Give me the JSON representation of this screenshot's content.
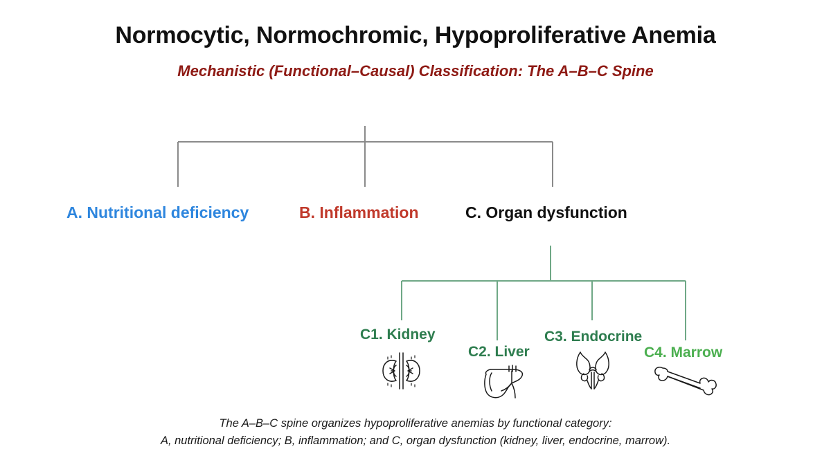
{
  "title": "Normocytic, Normochromic, Hypoproliferative Anemia",
  "subtitle": "Mechanistic (Functional–Causal) Classification: The A–B–C Spine",
  "colors": {
    "title": "#111111",
    "subtitle": "#8E1A14",
    "branch_a": "#2E86DE",
    "branch_b": "#C0392B",
    "branch_c": "#111111",
    "sub_green_dark": "#2E7D4F",
    "sub_green_light": "#4CAF50",
    "connector_gray": "#8A8A8A",
    "connector_green": "#6FA886",
    "background": "#FFFFFF"
  },
  "tree": {
    "root_label": "",
    "branches": [
      {
        "id": "A",
        "label": "A. Nutritional deficiency",
        "color": "#2E86DE"
      },
      {
        "id": "B",
        "label": "B. Inflammation",
        "color": "#C0392B"
      },
      {
        "id": "C",
        "label": "C. Organ dysfunction",
        "color": "#111111"
      }
    ],
    "c_children": [
      {
        "id": "C1",
        "label": "C1. Kidney",
        "color": "#2E7D4F",
        "icon": "kidney-icon"
      },
      {
        "id": "C2",
        "label": "C2. Liver",
        "color": "#2E7D4F",
        "icon": "liver-icon"
      },
      {
        "id": "C3",
        "label": "C3. Endocrine",
        "color": "#2E7D4F",
        "icon": "thyroid-icon"
      },
      {
        "id": "C4",
        "label": "C4. Marrow",
        "color": "#4CAF50",
        "icon": "bone-icon"
      }
    ]
  },
  "caption": {
    "line1": "The A–B–C spine organizes hypoproliferative anemias by functional category:",
    "line2": "A, nutritional deficiency; B, inflammation; and C, organ dysfunction (kidney, liver, endocrine, marrow)."
  }
}
